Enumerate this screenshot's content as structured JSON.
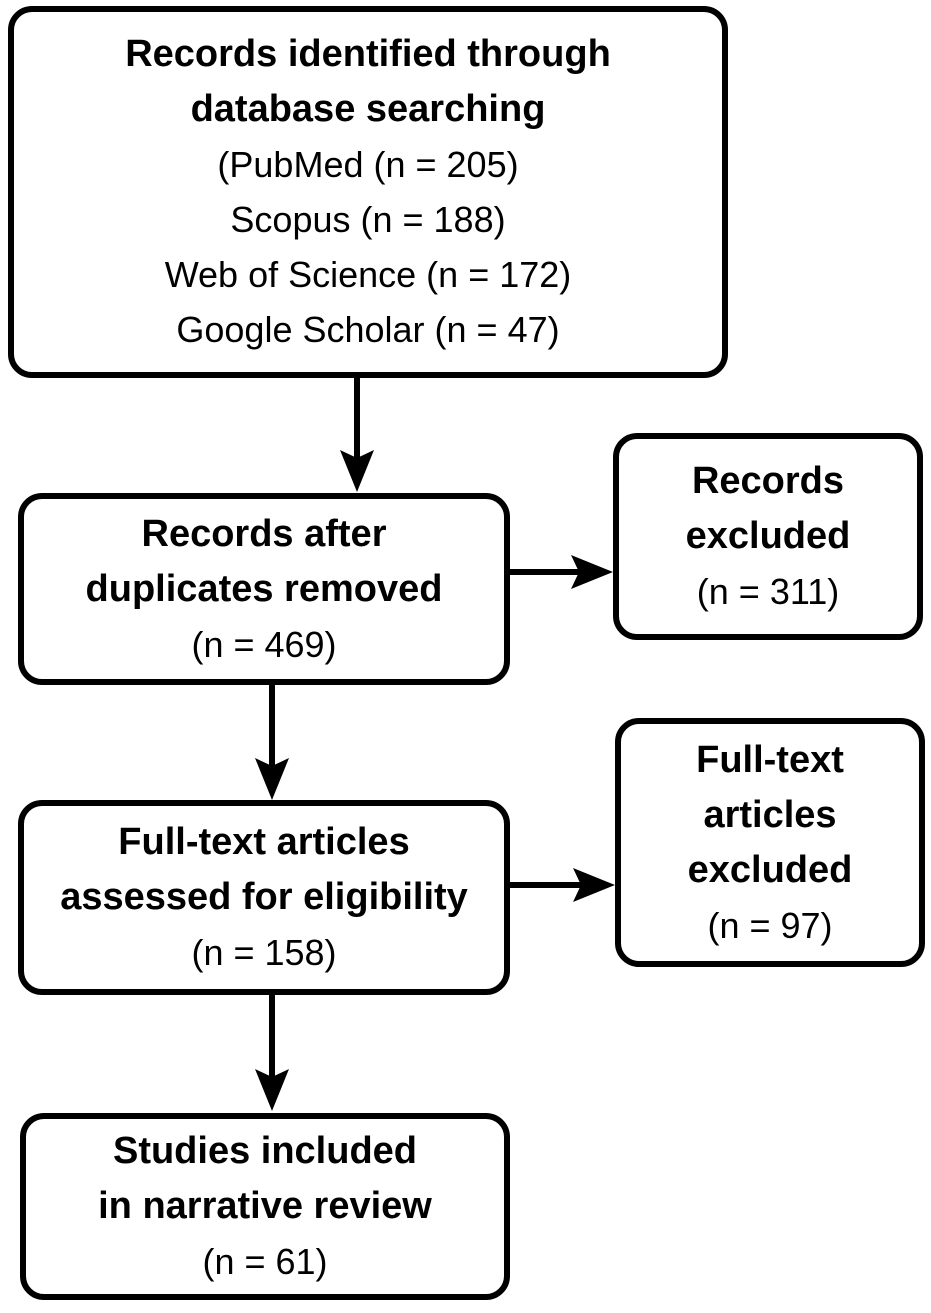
{
  "figure": {
    "kind": "prisma-flow-diagram",
    "background_color": "#ffffff",
    "line_color": "#000000",
    "text_color": "#000000",
    "boxes": {
      "identification": {
        "title_lines": [
          "Records identified through",
          "database searching"
        ],
        "detail_lines": [
          "(PubMed (n = 205)",
          "Scopus (n = 188)",
          "Web of Science (n = 172)",
          "Google Scholar (n = 47)"
        ]
      },
      "deduplicated": {
        "title_lines": [
          "Records after",
          "duplicates removed"
        ],
        "count": "(n = 469)"
      },
      "records_excluded": {
        "title_lines": [
          "Records",
          "excluded"
        ],
        "count": "(n = 311)"
      },
      "fulltext_assessed": {
        "title_lines": [
          "Full-text articles",
          "assessed for eligibility"
        ],
        "count": "(n = 158)"
      },
      "fulltext_excluded": {
        "title_lines": [
          "Full-text",
          "articles",
          "excluded"
        ],
        "count": "(n = 97)"
      },
      "included": {
        "title_lines": [
          "Studies included",
          "in narrative review"
        ],
        "count": "(n = 61)"
      }
    },
    "edges": [
      {
        "from": "identification",
        "to": "deduplicated"
      },
      {
        "from": "deduplicated",
        "to": "records_excluded"
      },
      {
        "from": "deduplicated",
        "to": "fulltext_assessed"
      },
      {
        "from": "fulltext_assessed",
        "to": "fulltext_excluded"
      },
      {
        "from": "fulltext_assessed",
        "to": "included"
      }
    ]
  }
}
